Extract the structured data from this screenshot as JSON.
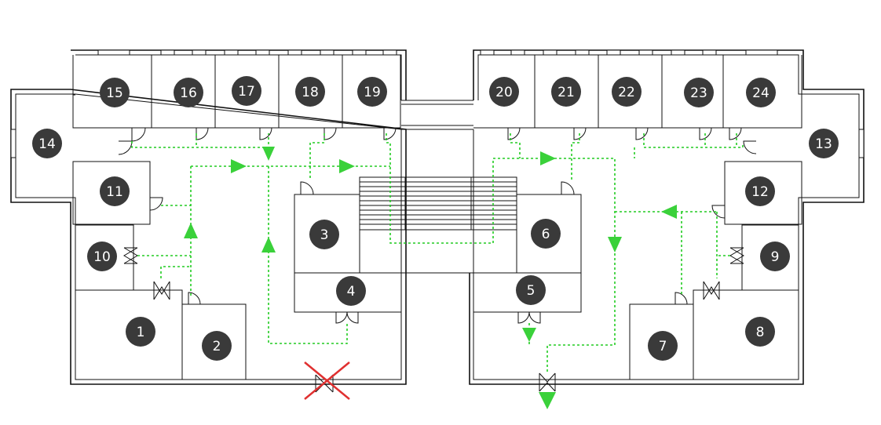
{
  "rooms": [
    {
      "number": "1"
    },
    {
      "number": "2"
    },
    {
      "number": "3"
    },
    {
      "number": "4"
    },
    {
      "number": "5"
    },
    {
      "number": "6"
    },
    {
      "number": "7"
    },
    {
      "number": "8"
    },
    {
      "number": "9"
    },
    {
      "number": "10"
    },
    {
      "number": "11"
    },
    {
      "number": "12"
    },
    {
      "number": "13"
    },
    {
      "number": "14"
    },
    {
      "number": "15"
    },
    {
      "number": "16"
    },
    {
      "number": "17"
    },
    {
      "number": "18"
    },
    {
      "number": "19"
    },
    {
      "number": "20"
    },
    {
      "number": "21"
    },
    {
      "number": "22"
    },
    {
      "number": "23"
    },
    {
      "number": "24"
    }
  ],
  "colors": {
    "wall": "#111111",
    "room_badge": "#3a3a3a",
    "evacuation_route": "#22cc22",
    "arrow": "#3ad13a",
    "blocked_exit": "#e03030"
  },
  "icons": {
    "route_arrow": "arrow-icon",
    "blocked_exit": "blocked-exit-icon",
    "double_door": "double-door-icon",
    "stairs": "stairs-icon"
  }
}
